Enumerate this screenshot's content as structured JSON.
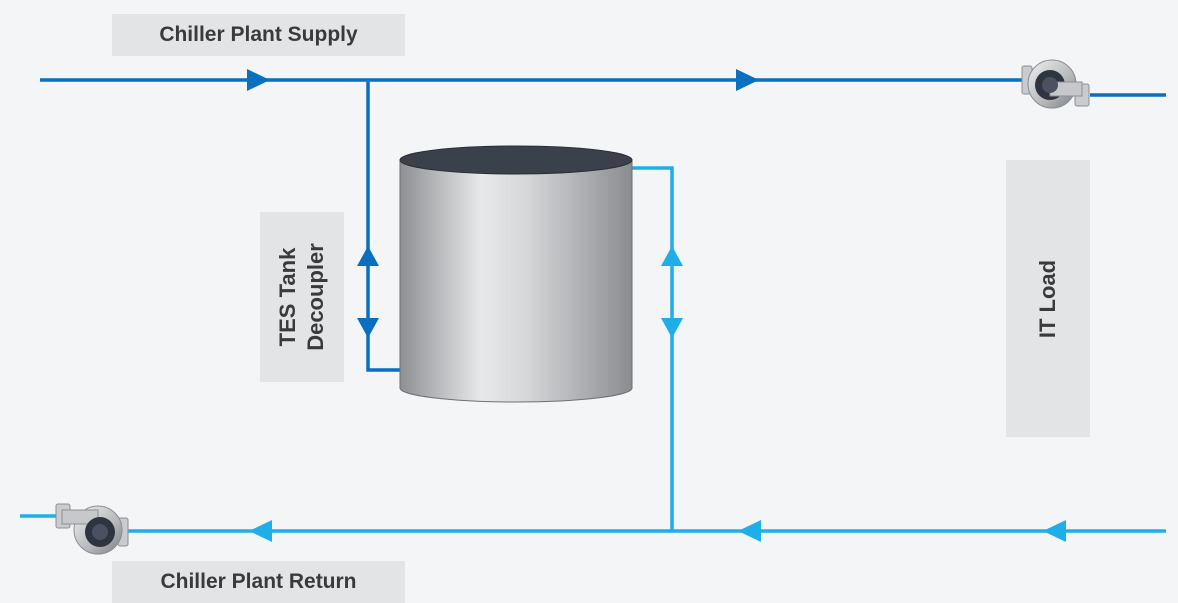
{
  "labels": {
    "supply": "Chiller Plant Supply",
    "return": "Chiller Plant Return",
    "tes_line1": "TES Tank",
    "tes_line2": "Decoupler",
    "it_load": "IT Load"
  },
  "colors": {
    "supply_pipe": "#0a6fbf",
    "return_pipe": "#1eaee8",
    "background": "#f4f5f7",
    "label_bg": "#e3e4e6",
    "tank_top": "#3a414b"
  },
  "icons": [
    "pump-icon",
    "arrow-icon",
    "tank-icon"
  ]
}
